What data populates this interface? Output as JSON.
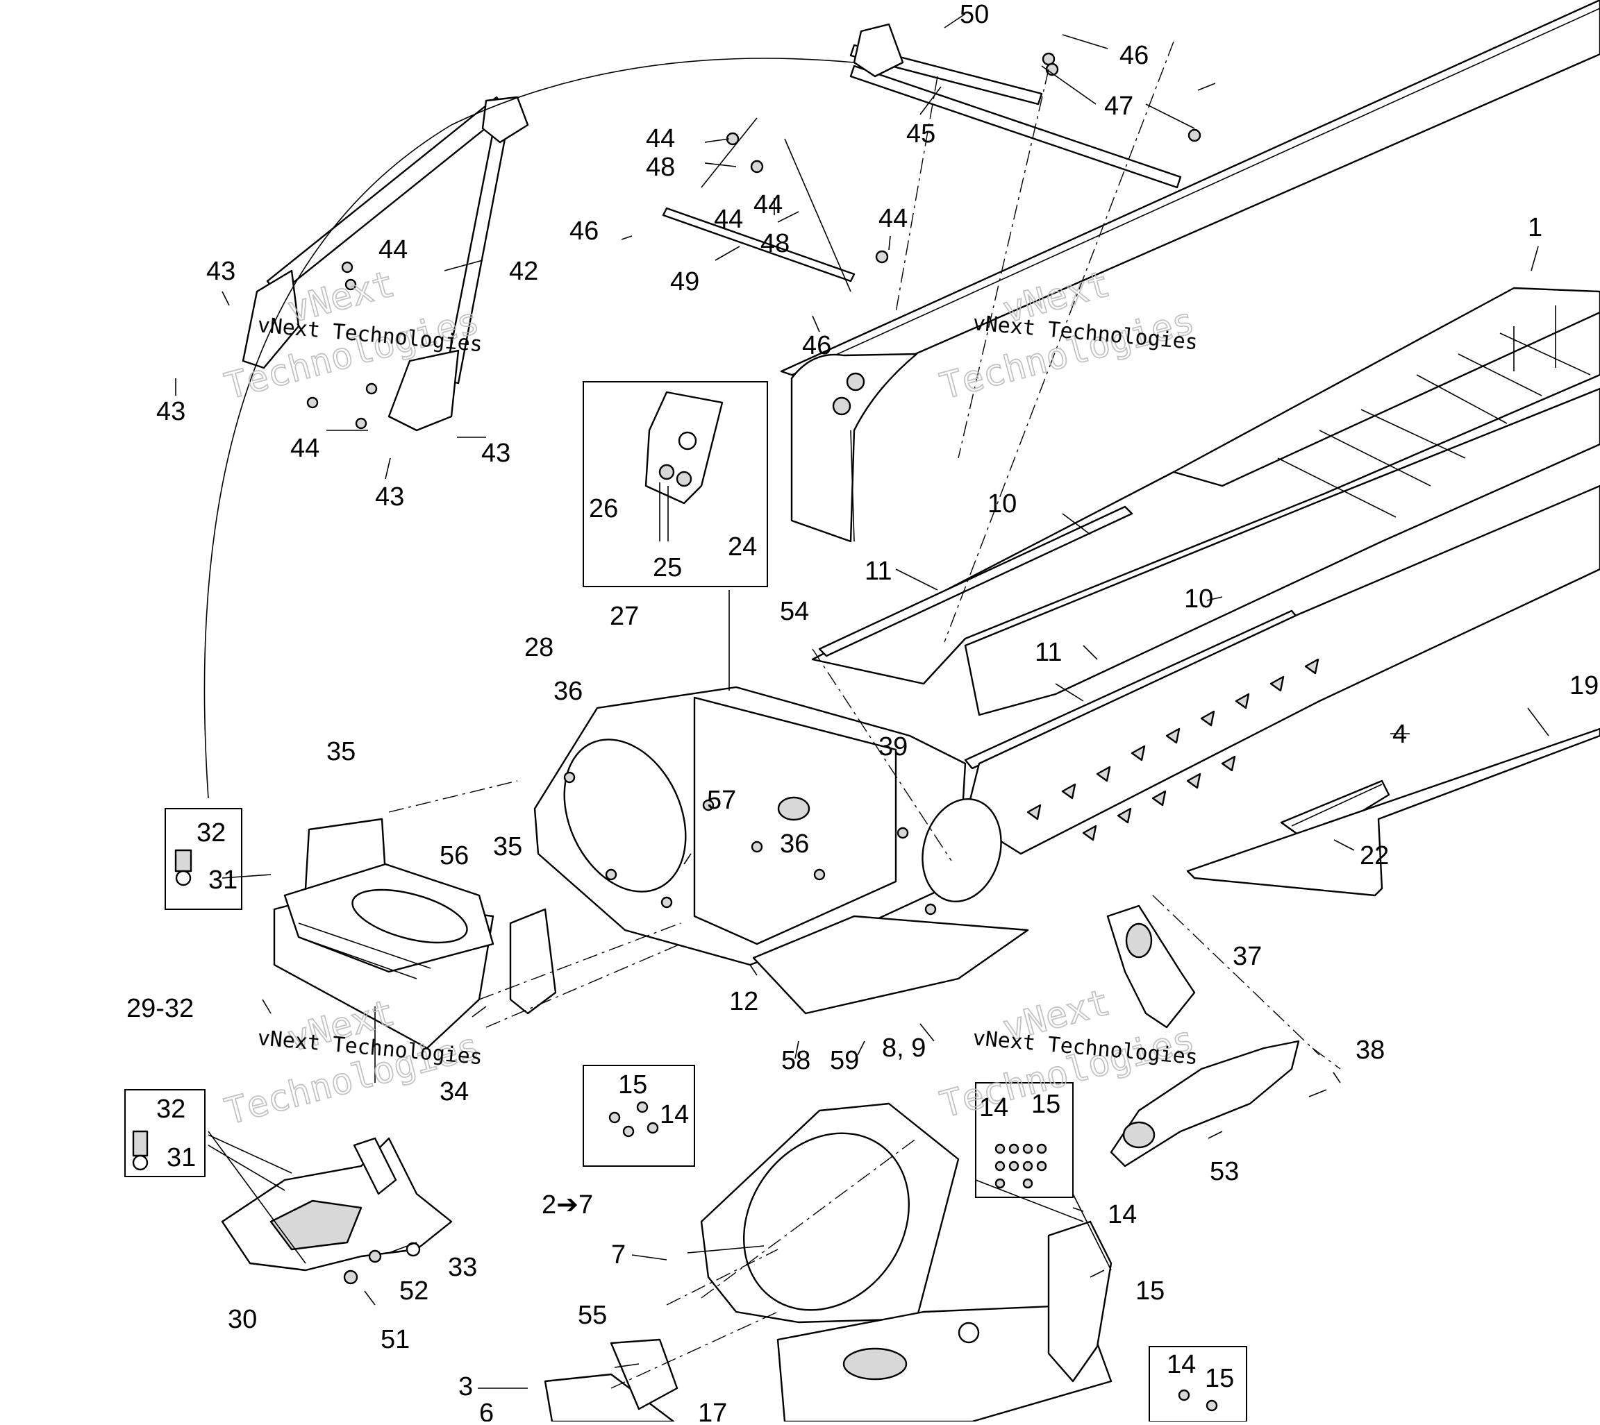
{
  "diagram": {
    "watermark": {
      "brand_line1": "vNext",
      "brand_line2": "Technologies",
      "caption": "vNext Technologies"
    },
    "callouts": {
      "c1": "1",
      "c3": "3",
      "c4": "4",
      "c6": "6",
      "c7": "7",
      "c2to7": "2➔7",
      "c8_9": "8, 9",
      "c10a": "10",
      "c10b": "10",
      "c11a": "11",
      "c11b": "11",
      "c12": "12",
      "c14a": "14",
      "c14b": "14",
      "c14c": "14",
      "c14d": "14",
      "c15a": "15",
      "c15b": "15",
      "c15c": "15",
      "c15d": "15",
      "c17": "17",
      "c19": "19",
      "c22": "22",
      "c24": "24",
      "c25": "25",
      "c26": "26",
      "c27": "27",
      "c28": "28",
      "c29_32": "29-32",
      "c30": "30",
      "c31a": "31",
      "c31b": "31",
      "c32a": "32",
      "c32b": "32",
      "c33": "33",
      "c34": "34",
      "c35a": "35",
      "c35b": "35",
      "c36a": "36",
      "c36b": "36",
      "c37": "37",
      "c38": "38",
      "c39": "39",
      "c42": "42",
      "c43a": "43",
      "c43b": "43",
      "c43c": "43",
      "c43d": "43",
      "c44a": "44",
      "c44b": "44",
      "c44c": "44",
      "c44d": "44",
      "c44e": "44",
      "c44f": "44",
      "c45": "45",
      "c46a": "46",
      "c46b": "46",
      "c46c": "46",
      "c47": "47",
      "c48a": "48",
      "c48b": "48",
      "c49": "49",
      "c50": "50",
      "c51": "51",
      "c52": "52",
      "c53": "53",
      "c54": "54",
      "c55": "55",
      "c56": "56",
      "c57": "57",
      "c58": "58",
      "c59": "59"
    }
  }
}
